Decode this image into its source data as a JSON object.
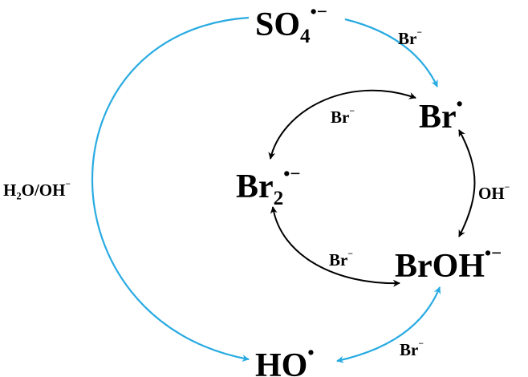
{
  "colors": {
    "blue_arrow": "#29abe2",
    "black_arrow": "#000000",
    "text": "#000000"
  },
  "species": {
    "sulfate_radical": {
      "base": "SO",
      "sub": "4",
      "sup": "•−"
    },
    "bromine_radical": {
      "base": "Br",
      "sup": "•"
    },
    "dibromide_radical": {
      "base": "Br",
      "sub": "2",
      "sup": "•−"
    },
    "bromohydroxyl_radical": {
      "base": "BrOH",
      "sup": "•−"
    },
    "hydroxyl_radical": {
      "base": "HO",
      "sup": "•"
    }
  },
  "labels": {
    "water_hydroxide": {
      "base": "H",
      "sub": "2",
      "tail": "O/OH",
      "sup": "−"
    },
    "bromide_top": {
      "base": "Br",
      "sup": "−"
    },
    "bromide_upper": {
      "base": "Br",
      "sup": "−"
    },
    "bromide_middle": {
      "base": "Br",
      "sup": "−"
    },
    "bromide_bottom": {
      "base": "Br",
      "sup": "−"
    },
    "hydroxide": {
      "base": "OH",
      "sup": "−"
    }
  }
}
